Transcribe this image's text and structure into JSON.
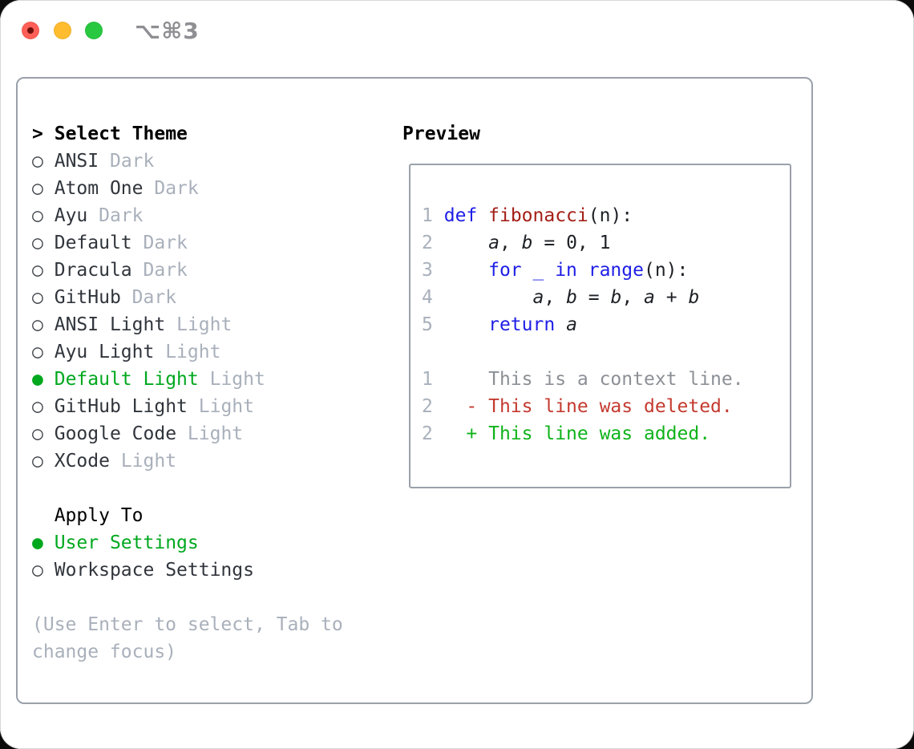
{
  "window": {
    "titlebar": {
      "title": "⌥⌘3",
      "buttons": [
        "close",
        "minimize",
        "zoom"
      ]
    }
  },
  "colors": {
    "accent_green": "#00a81e",
    "keyword_blue": "#1e1ee6",
    "function_red": "#a31f16",
    "deleted_red": "#c43a2f",
    "added_green": "#0fb31a",
    "muted_gray": "#a9b0bb",
    "context_gray": "#8c9096",
    "line_number_gray": "#a8b0bc",
    "panel_border": "#9aa1ab"
  },
  "panel": {
    "theme_section": {
      "header_marker": ">",
      "header": "Select Theme",
      "items": [
        {
          "marker": "○",
          "name": "ANSI",
          "variant": "Dark",
          "selected": false
        },
        {
          "marker": "○",
          "name": "Atom One",
          "variant": "Dark",
          "selected": false
        },
        {
          "marker": "○",
          "name": "Ayu",
          "variant": "Dark",
          "selected": false
        },
        {
          "marker": "○",
          "name": "Default",
          "variant": "Dark",
          "selected": false
        },
        {
          "marker": "○",
          "name": "Dracula",
          "variant": "Dark",
          "selected": false
        },
        {
          "marker": "○",
          "name": "GitHub",
          "variant": "Dark",
          "selected": false
        },
        {
          "marker": "○",
          "name": "ANSI Light",
          "variant": "Light",
          "selected": false
        },
        {
          "marker": "○",
          "name": "Ayu Light",
          "variant": "Light",
          "selected": false
        },
        {
          "marker": "●",
          "name": "Default Light",
          "variant": "Light",
          "selected": true
        },
        {
          "marker": "○",
          "name": "GitHub Light",
          "variant": "Light",
          "selected": false
        },
        {
          "marker": "○",
          "name": "Google Code",
          "variant": "Light",
          "selected": false
        },
        {
          "marker": "○",
          "name": "XCode",
          "variant": "Light",
          "selected": false
        }
      ]
    },
    "apply_section": {
      "header": "Apply To",
      "items": [
        {
          "marker": "●",
          "label": "User Settings",
          "selected": true
        },
        {
          "marker": "○",
          "label": "Workspace Settings",
          "selected": false
        }
      ]
    },
    "help": {
      "line1": "(Use Enter to select, Tab to",
      "line2": "change focus)"
    }
  },
  "preview": {
    "label": "Preview",
    "lines": [
      {
        "num": "1",
        "segments": [
          {
            "t": "def",
            "s": "kw"
          },
          {
            "t": " ",
            "s": "p"
          },
          {
            "t": "fibonacci",
            "s": "fn"
          },
          {
            "t": "(n):",
            "s": "p"
          }
        ]
      },
      {
        "num": "2",
        "segments": [
          {
            "t": "    ",
            "s": "p"
          },
          {
            "t": "a",
            "s": "v"
          },
          {
            "t": ", ",
            "s": "p"
          },
          {
            "t": "b",
            "s": "v"
          },
          {
            "t": " = 0, 1",
            "s": "p"
          }
        ]
      },
      {
        "num": "3",
        "segments": [
          {
            "t": "    ",
            "s": "p"
          },
          {
            "t": "for _ in range",
            "s": "kw"
          },
          {
            "t": "(n):",
            "s": "p"
          }
        ]
      },
      {
        "num": "4",
        "segments": [
          {
            "t": "        ",
            "s": "p"
          },
          {
            "t": "a",
            "s": "v"
          },
          {
            "t": ", ",
            "s": "p"
          },
          {
            "t": "b",
            "s": "v"
          },
          {
            "t": " = ",
            "s": "p"
          },
          {
            "t": "b",
            "s": "v"
          },
          {
            "t": ", ",
            "s": "p"
          },
          {
            "t": "a",
            "s": "v"
          },
          {
            "t": " + ",
            "s": "p"
          },
          {
            "t": "b",
            "s": "v"
          }
        ]
      },
      {
        "num": "5",
        "segments": [
          {
            "t": "    ",
            "s": "p"
          },
          {
            "t": "return",
            "s": "kw"
          },
          {
            "t": " ",
            "s": "p"
          },
          {
            "t": "a",
            "s": "v"
          }
        ]
      },
      {
        "num": "",
        "segments": []
      },
      {
        "num": "1",
        "segments": [
          {
            "t": "    This is a context line.",
            "s": "ctx"
          }
        ]
      },
      {
        "num": "2",
        "segments": [
          {
            "t": "  - This line was deleted.",
            "s": "del"
          }
        ]
      },
      {
        "num": "2",
        "segments": [
          {
            "t": "  + This line was added.",
            "s": "add"
          }
        ]
      }
    ]
  }
}
